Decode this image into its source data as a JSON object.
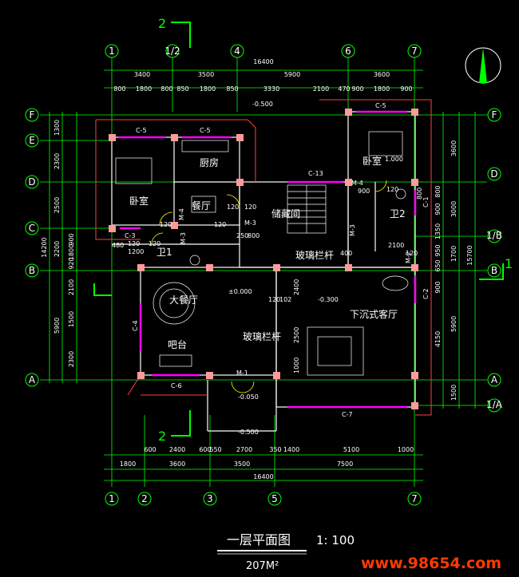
{
  "colors": {
    "background": "#000000",
    "wall": "#ffffff",
    "axis": "#00ff00",
    "room_boundary": "#ff4040",
    "window": "#ff00ff",
    "column": "#ff9a9a",
    "door": "#ffff00",
    "furniture": "#ffffff",
    "section_marker": "#00ff00",
    "watermark": "#ff3a00"
  },
  "grid_axes_top": [
    "1",
    "1/2",
    "4",
    "6",
    "7"
  ],
  "grid_axes_bottom": [
    "1",
    "2",
    "3",
    "5",
    "7"
  ],
  "grid_axes_left": [
    "F",
    "E",
    "D",
    "C",
    "B",
    "A"
  ],
  "grid_axes_right": [
    "F",
    "D",
    "1/B",
    "B",
    "A",
    "1/A"
  ],
  "dims_top_total": "16400",
  "dims_top_row1": [
    "3400",
    "3500",
    "5900",
    "3600"
  ],
  "dims_top_row2": [
    "800",
    "1800",
    "800",
    "850",
    "1800",
    "850",
    "3330",
    "2100",
    "470",
    "900",
    "1800",
    "900"
  ],
  "dims_bottom_row1": [
    "600",
    "2400",
    "600",
    "550",
    "2700",
    "350",
    "1400",
    "5100",
    "1000"
  ],
  "dims_bottom_row2": [
    "1800",
    "3600",
    "3500",
    "7500"
  ],
  "dims_bottom_total": "16400",
  "dims_left_total": "14200",
  "dims_left_row1": [
    "1300",
    "2300",
    "2500",
    "2200",
    "5900"
  ],
  "dims_left_row2": [
    "900",
    "1800",
    "920",
    "2100",
    "1500",
    "2300"
  ],
  "dims_right_total": "15700",
  "dims_right_row1": [
    "3600",
    "3000",
    "1700",
    "5900",
    "1500"
  ],
  "dims_right_row2": [
    "800",
    "900",
    "1350",
    "950",
    "650",
    "900",
    "4150"
  ],
  "rooms": {
    "bedroom_left": "卧室",
    "kitchen": "厨房",
    "dining": "餐厅",
    "storage": "储藏间",
    "bedroom_right": "卧室",
    "bath1": "卫1",
    "bath2": "卫2",
    "banquet": "大餐厅",
    "bar": "吧台",
    "glass_rail_top": "玻璃栏杆",
    "glass_rail_mid": "玻璃栏杆",
    "sunken_living": "下沉式客厅"
  },
  "windows": [
    "C-5",
    "C-5",
    "C-5",
    "C-13",
    "C-1",
    "C-3",
    "C-2",
    "C-4",
    "C-6",
    "C-7"
  ],
  "doors": [
    "M-4",
    "M-4",
    "M-3",
    "M-3",
    "M-3",
    "M-2",
    "M-1"
  ],
  "misc_dims": [
    "120",
    "120",
    "120",
    "120",
    "120",
    "120",
    "120",
    "120",
    "250",
    "800",
    "2100",
    "900",
    "480",
    "1200",
    "2400",
    "2500",
    "1000",
    "800",
    "400",
    "120",
    "102"
  ],
  "elevations": [
    "-0.500",
    "±0.000",
    "-0.300",
    "-0.050",
    "-0.500",
    "1.000"
  ],
  "section_label_top": "2",
  "section_label_bottom": "2",
  "section_label_right": "1",
  "title": "一层平面图",
  "scale": "1: 100",
  "area": "207M²",
  "watermark": "www.98654.com"
}
